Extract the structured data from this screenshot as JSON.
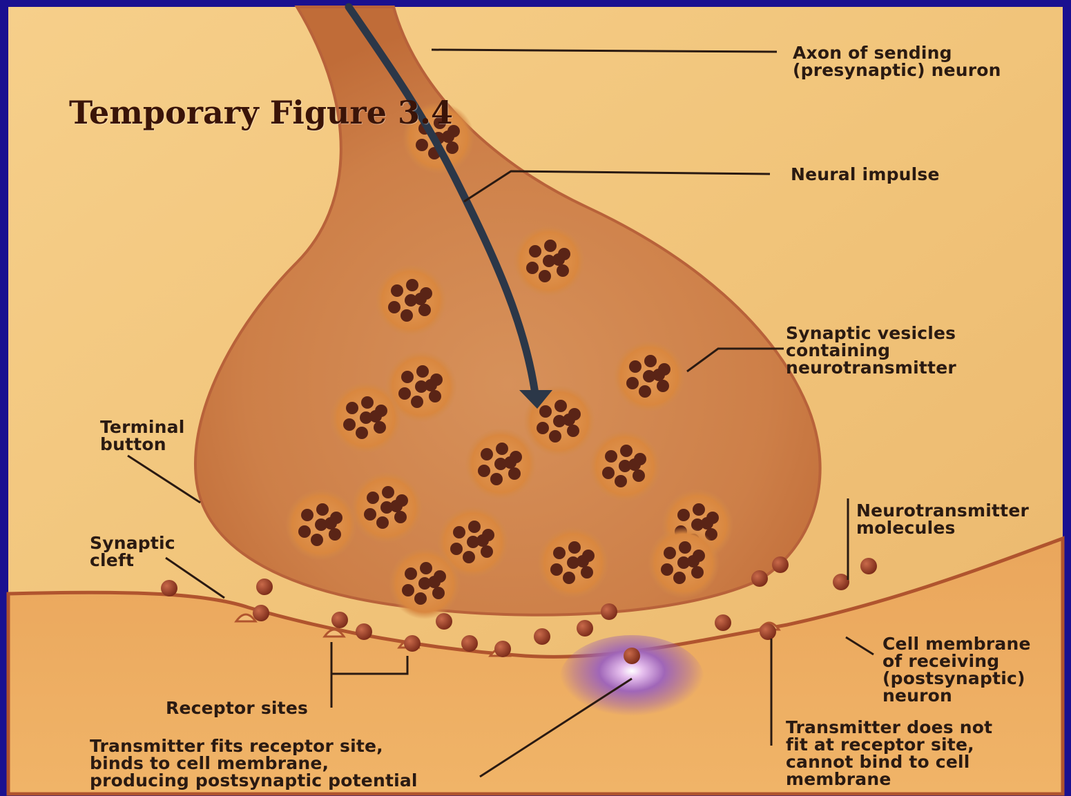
{
  "figure": {
    "title": "Temporary Figure 3.4",
    "labels": {
      "axon": "Axon of sending\n(presynaptic) neuron",
      "neural_impulse": "Neural impulse",
      "vesicles": "Synaptic vesicles\ncontaining\nneurotransmitter",
      "terminal_button": "Terminal\nbutton",
      "synaptic_cleft": "Synaptic\ncleft",
      "neurotransmitter_molecules": "Neurotransmitter\nmolecules",
      "cell_membrane": "Cell membrane\nof receiving\n(postsynaptic)\nneuron",
      "receptor_sites": "Receptor sites",
      "transmitter_fits": "Transmitter fits receptor site,\nbinds to cell membrane,\nproducing postsynaptic potential",
      "transmitter_not_fit": "Transmitter does not\nfit at receptor site,\ncannot bind to cell\nmembrane"
    }
  },
  "colors": {
    "frame": "#1a1090",
    "paper": "#f3c880",
    "neuron": "#d48a4e",
    "receiving": "#e8a75a",
    "vesicle_dot": "#5a2416",
    "impulse": "#2b3748",
    "glow": "#9a5fb0"
  }
}
